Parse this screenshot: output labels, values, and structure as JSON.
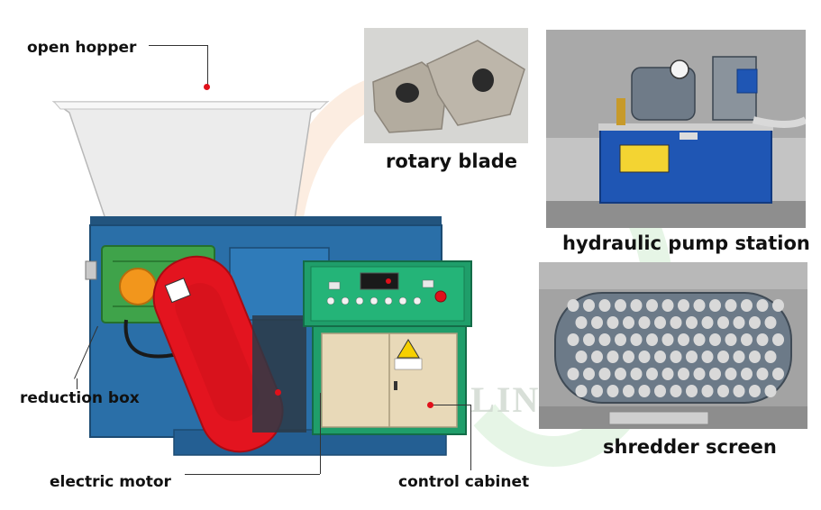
{
  "watermark": {
    "text": "RECYCLIN"
  },
  "labels": {
    "open_hopper": "open hopper",
    "reduction_box": "reduction box",
    "electric_motor": "electric motor",
    "control_cabinet": "control cabinet",
    "rotary_blade": "rotary blade",
    "hydraulic_pump_station": "hydraulic pump station",
    "shredder_screen": "shredder screen"
  },
  "colors": {
    "machine_blue": "#2a6fa8",
    "gearbox_green": "#3fa34a",
    "motor_guard_red": "#e3141f",
    "control_panel_green": "#1f9e6a",
    "cabinet_beige": "#e8d9b8",
    "pump_tank_blue": "#1f56b4",
    "callout_dot_red": "#e0101a"
  },
  "icons": [
    "warning-triangle-icon",
    "pressure-gauge-icon",
    "emergency-stop-icon"
  ]
}
